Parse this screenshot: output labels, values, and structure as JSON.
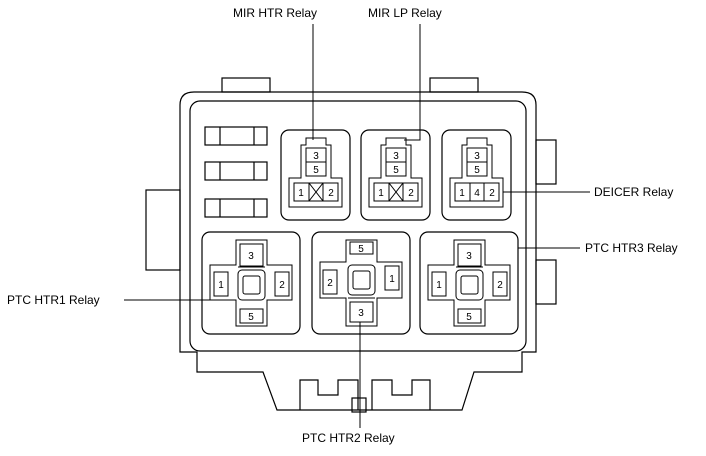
{
  "callouts": {
    "mir_htr": "MIR HTR Relay",
    "mir_lp": "MIR LP Relay",
    "deicer": "DEICER Relay",
    "ptc_htr3": "PTC HTR3 Relay",
    "ptc_htr1": "PTC HTR1 Relay",
    "ptc_htr2": "PTC HTR2 Relay"
  },
  "relays": {
    "mir_htr": {
      "pins": [
        "3",
        "5",
        "1",
        "2"
      ]
    },
    "mir_lp": {
      "pins": [
        "3",
        "5",
        "1",
        "2"
      ]
    },
    "deicer": {
      "pins": [
        "3",
        "5",
        "1",
        "4",
        "2"
      ]
    },
    "ptc_htr1": {
      "pins": [
        "3",
        "1",
        "2",
        "5"
      ]
    },
    "ptc_htr2": {
      "pins": [
        "5",
        "2",
        "1",
        "3"
      ]
    },
    "ptc_htr3": {
      "pins": [
        "3",
        "1",
        "2",
        "5"
      ]
    }
  },
  "colors": {
    "line": "#000000",
    "background": "#ffffff"
  }
}
